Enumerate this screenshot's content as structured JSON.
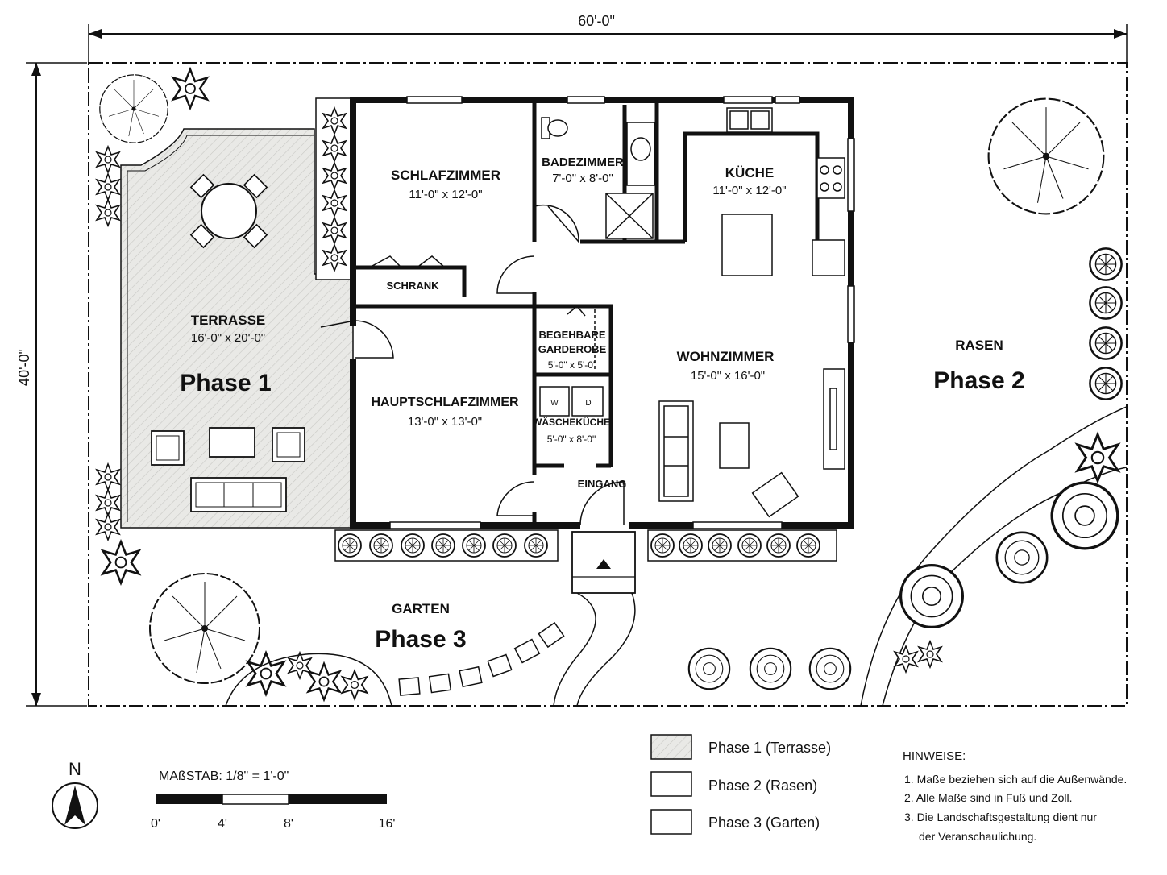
{
  "dimensions": {
    "width": "60'-0\"",
    "height": "40'-0\""
  },
  "rooms": {
    "schlafzimmer": {
      "name": "SCHLAFZIMMER",
      "size": "11'-0\" x 12'-0\""
    },
    "badezimmer": {
      "name": "BADEZIMMER",
      "size": "7'-0\" x 8'-0\""
    },
    "kueche": {
      "name": "KÜCHE",
      "size": "11'-0\" x 12'-0\""
    },
    "schrank": {
      "name": "SCHRANK"
    },
    "terrasse": {
      "name": "TERRASSE",
      "size": "16'-0\" x 20'-0\""
    },
    "begehbare": {
      "line1": "BEGEHBARE",
      "line2": "GARDEROBE",
      "size": "5'-0\" x 5'-0\""
    },
    "wohnzimmer": {
      "name": "WOHNZIMMER",
      "size": "15'-0\" x 16'-0\""
    },
    "hauptschlafzimmer": {
      "name": "HAUPTSCHLAFZIMMER",
      "size": "13'-0\" x 13'-0\""
    },
    "waschekueche": {
      "name": "WÄSCHEKÜCHE",
      "size": "5'-0\" x 8'-0\"",
      "washer": "W",
      "dryer": "D"
    },
    "eingang": {
      "name": "EINGANG"
    }
  },
  "areas": {
    "rasen": {
      "name": "RASEN",
      "phase": "Phase 2"
    },
    "garten": {
      "name": "GARTEN",
      "phase": "Phase 3"
    },
    "terrasse_phase": "Phase 1"
  },
  "scale": {
    "label": "MAßSTAB: 1/8\" = 1'-0\"",
    "ticks": [
      "0'",
      "4'",
      "8'",
      "16'"
    ]
  },
  "north": "N",
  "legend": [
    {
      "label": "Phase 1 (Terrasse)"
    },
    {
      "label": "Phase 2 (Rasen)"
    },
    {
      "label": "Phase 3 (Garten)"
    }
  ],
  "notes": {
    "title": "HINWEISE:",
    "items": [
      "1. Maße beziehen sich auf die Außenwände.",
      "2. Alle Maße sind in Fuß und Zoll.",
      "3. Die Landschaftsgestaltung dient nur",
      "der Veranschaulichung."
    ]
  }
}
